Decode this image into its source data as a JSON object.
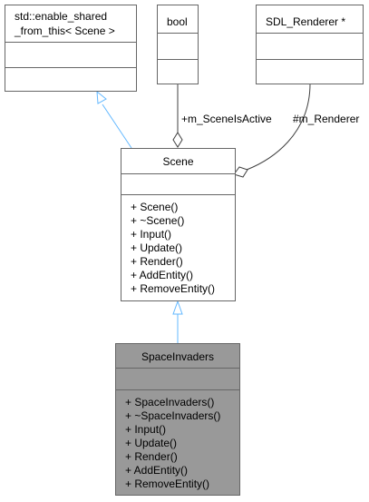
{
  "classes": {
    "enable_shared": {
      "title_line1": "std::enable_shared",
      "title_line2": "_from_this< Scene >"
    },
    "bool": {
      "title": "bool"
    },
    "sdl_renderer": {
      "title": "SDL_Renderer *"
    },
    "scene": {
      "title": "Scene",
      "methods": [
        "+ Scene()",
        "+ ~Scene()",
        "+ Input()",
        "+ Update()",
        "+ Render()",
        "+ AddEntity()",
        "+ RemoveEntity()"
      ]
    },
    "space_invaders": {
      "title": "SpaceInvaders",
      "methods": [
        "+ SpaceInvaders()",
        "+ ~SpaceInvaders()",
        "+ Input()",
        "+ Update()",
        "+ Render()",
        "+ AddEntity()",
        "+ RemoveEntity()"
      ]
    }
  },
  "edges": {
    "scene_is_active_label": "+m_SceneIsActive",
    "renderer_label": "#m_Renderer"
  },
  "colors": {
    "inheritance": "#63b8ff",
    "composition": "#404040",
    "highlight_fill": "#999999"
  }
}
